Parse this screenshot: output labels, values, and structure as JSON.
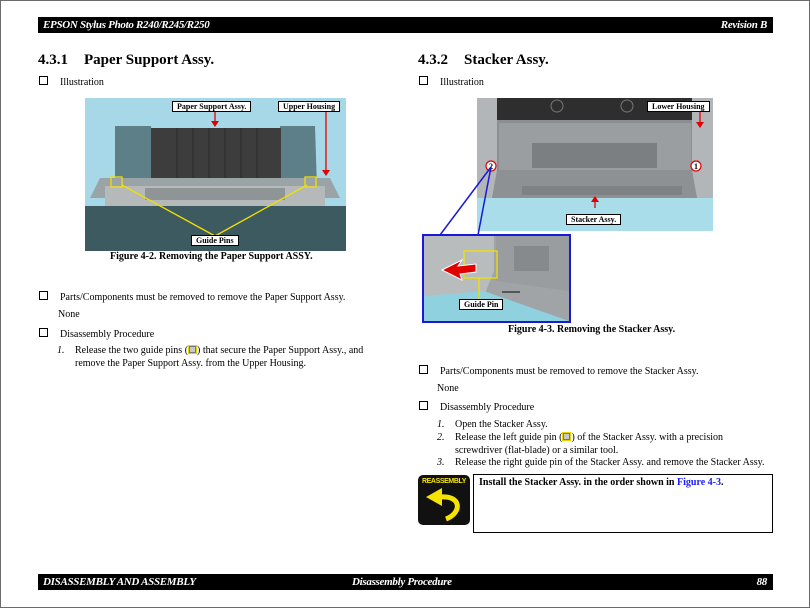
{
  "header": {
    "title": "EPSON Stylus Photo R240/R245/R250",
    "revision": "Revision B"
  },
  "footer": {
    "chapter": "DISASSEMBLY AND ASSEMBLY",
    "section": "Disassembly Procedure",
    "page": "88"
  },
  "left": {
    "number": "4.3.1",
    "title": "Paper Support Assy.",
    "illustration_label": "Illustration",
    "figure": {
      "callouts": [
        "Paper Support Assy.",
        "Upper Housing",
        "Guide Pins"
      ],
      "caption": "Figure 4-2.  Removing the Paper Support ASSY."
    },
    "parts_label": "Parts/Components must be removed to remove the Paper Support Assy.",
    "parts_value": "None",
    "procedure_label": "Disassembly Procedure",
    "steps": [
      {
        "n": "1.",
        "line1_pre": "Release the two guide pins (",
        "line1_post": ") that secure the Paper Support Assy., and",
        "line2": "remove the Paper Support Assy. from the Upper Housing."
      }
    ]
  },
  "right": {
    "number": "4.3.2",
    "title": "Stacker Assy.",
    "illustration_label": "Illustration",
    "figure": {
      "callouts": [
        "Lower Housing",
        "Stacker Assy.",
        "Guide Pin"
      ],
      "markers": [
        "1",
        "2"
      ],
      "caption": "Figure 4-3.  Removing the Stacker Assy."
    },
    "parts_label": "Parts/Components must be removed to remove the Stacker Assy.",
    "parts_value": "None",
    "procedure_label": "Disassembly Procedure",
    "steps": [
      {
        "n": "1.",
        "text": "Open the Stacker Assy."
      },
      {
        "n": "2.",
        "line1_pre": "Release the left guide pin (",
        "line1_post": ") of the Stacker Assy. with a precision",
        "line2": "screwdriver (flat-blade) or a similar tool."
      },
      {
        "n": "3.",
        "text": "Release the right guide pin of the Stacker Assy. and remove the Stacker Assy."
      }
    ],
    "reassembly": {
      "icon_label": "REASSEMBLY",
      "text_pre": "Install the Stacker Assy. in the order shown in ",
      "link": "Figure 4-3",
      "text_post": "."
    }
  },
  "colors": {
    "callout_yellow": "#f0e000",
    "arrow_red": "#e00000",
    "inset_blue": "#1a1ad6",
    "link_blue": "#1a1aff"
  }
}
